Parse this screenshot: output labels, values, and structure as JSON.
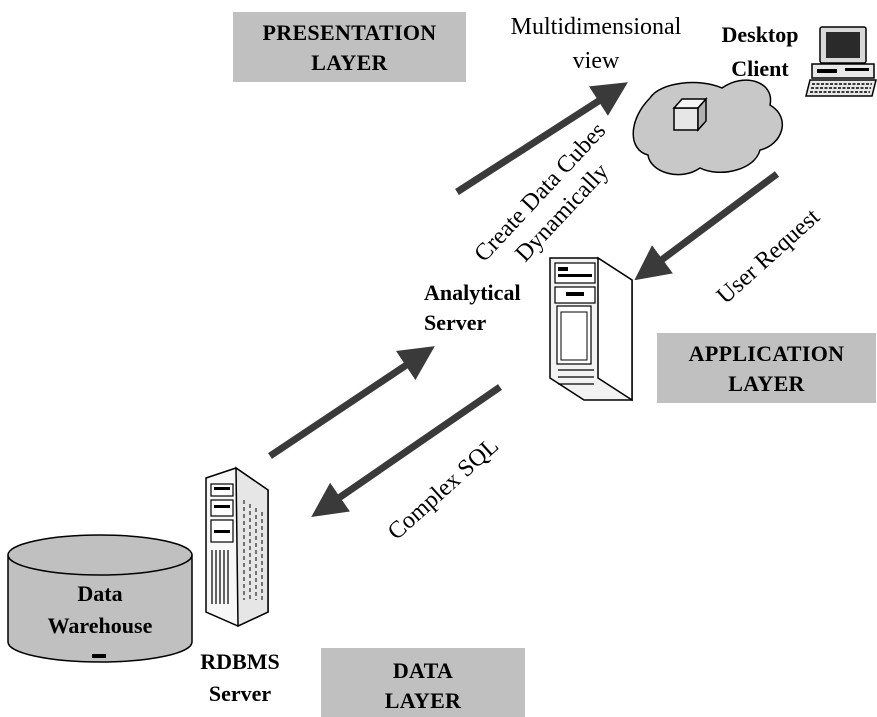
{
  "layers": {
    "presentation": [
      "PRESENTATION",
      "LAYER"
    ],
    "application": [
      "APPLICATION",
      "LAYER"
    ],
    "data": [
      "DATA",
      "LAYER"
    ]
  },
  "nodes": {
    "multidimensional_view": [
      "Multidimensional",
      "view"
    ],
    "desktop_client": [
      "Desktop",
      "Client"
    ],
    "analytical_server": [
      "Analytical",
      "Server"
    ],
    "rdbms_server": [
      "RDBMS",
      "Server"
    ],
    "data_warehouse": [
      "Data",
      "Warehouse"
    ]
  },
  "flows": {
    "create_cubes": [
      "Create Data Cubes",
      "Dynamically"
    ],
    "user_request": "User Request",
    "complex_sql": "Complex SQL"
  },
  "colors": {
    "layer_box": "#c0c0c0",
    "cloud": "#c8c8c8",
    "cylinder": "#c0c0c0",
    "arrow": "#3a3a3a"
  },
  "icons": [
    "desktop-computer-icon",
    "data-cube-cloud-icon",
    "server-tower-icon",
    "database-cylinder-icon"
  ]
}
